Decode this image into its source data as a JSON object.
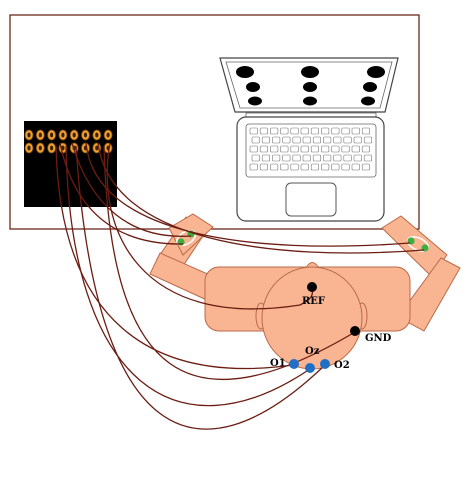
{
  "labels": {
    "ref": "REF",
    "gnd": "GND",
    "o1": "O1",
    "oz": "Oz",
    "o2": "O2"
  },
  "colors": {
    "skin": "#f9b592",
    "skin_stroke": "#b96a49",
    "wire": "#6b1d12",
    "frame": "#6b2a1c",
    "electrode_blue": "#1f6fc5",
    "electrode_black": "#000000",
    "connector_orange": "#f0a030",
    "wrist_green": "#3fae3f"
  },
  "icons": {
    "laptop": "laptop-icon",
    "amplifier": "eeg-amplifier-icon",
    "stimuli": "flicker-stimulus-icon"
  }
}
